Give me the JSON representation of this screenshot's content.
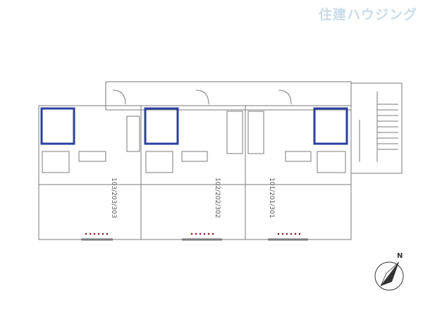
{
  "watermark": "住建ハウジング",
  "units": [
    {
      "id": "unit-right",
      "label": "101/201/301"
    },
    {
      "id": "unit-middle",
      "label": "102/202/302"
    },
    {
      "id": "unit-left",
      "label": "103/203/303"
    }
  ],
  "compass": {
    "label": "N"
  },
  "colors": {
    "line": "#7a7a7a",
    "highlight": "#2b3f9e",
    "dots": "#8b1a1a"
  }
}
